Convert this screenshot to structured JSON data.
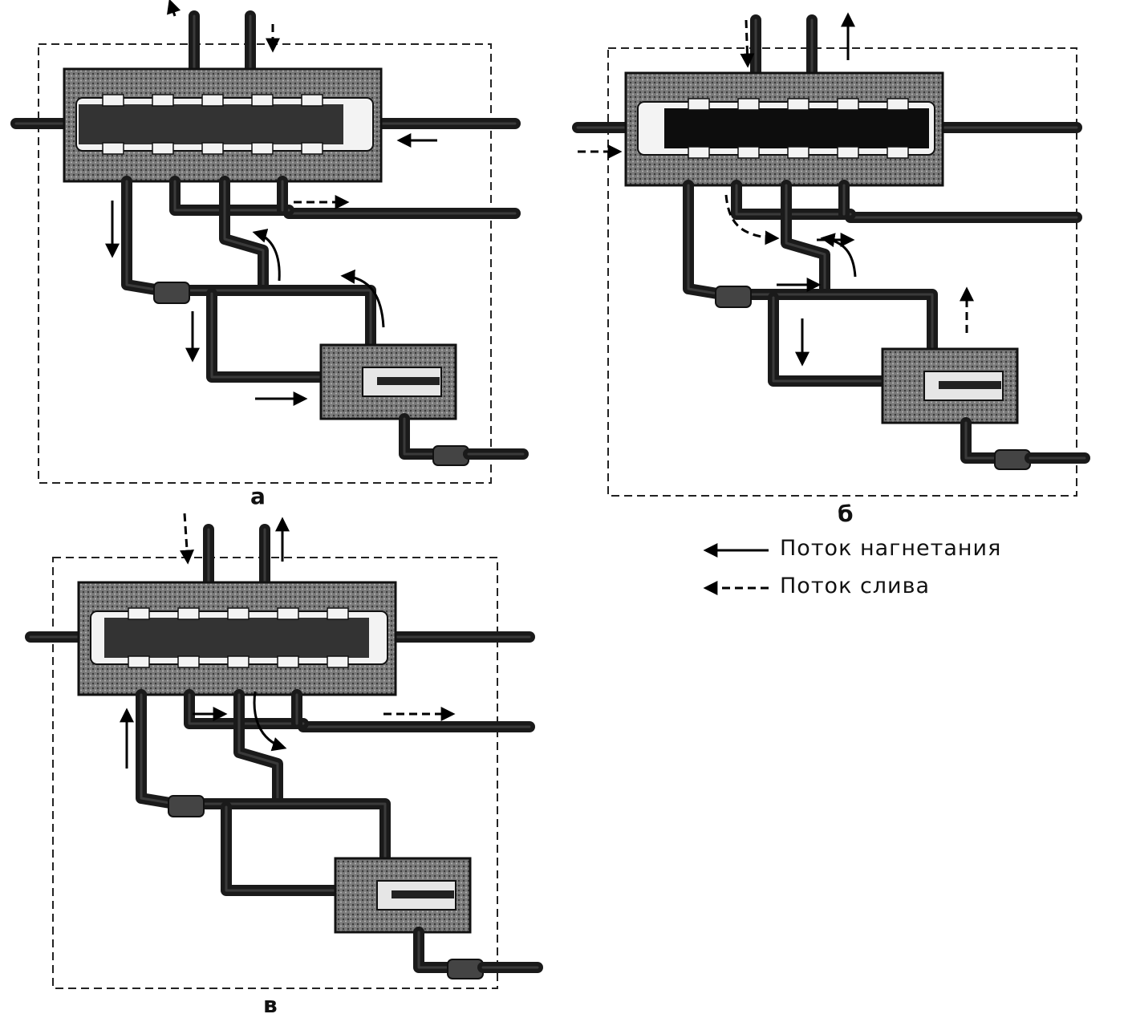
{
  "panels": [
    {
      "id": "a",
      "label": "а",
      "spool": "left"
    },
    {
      "id": "b",
      "label": "б",
      "spool": "right"
    },
    {
      "id": "v",
      "label": "в",
      "spool": "neutral"
    }
  ],
  "legend": {
    "pressure_flow": "Поток нагнетания",
    "drain_flow": "Поток слива"
  },
  "colors": {
    "ink": "#1a1a1a",
    "hatch": "#8a8a8a",
    "paper": "#ffffff"
  }
}
